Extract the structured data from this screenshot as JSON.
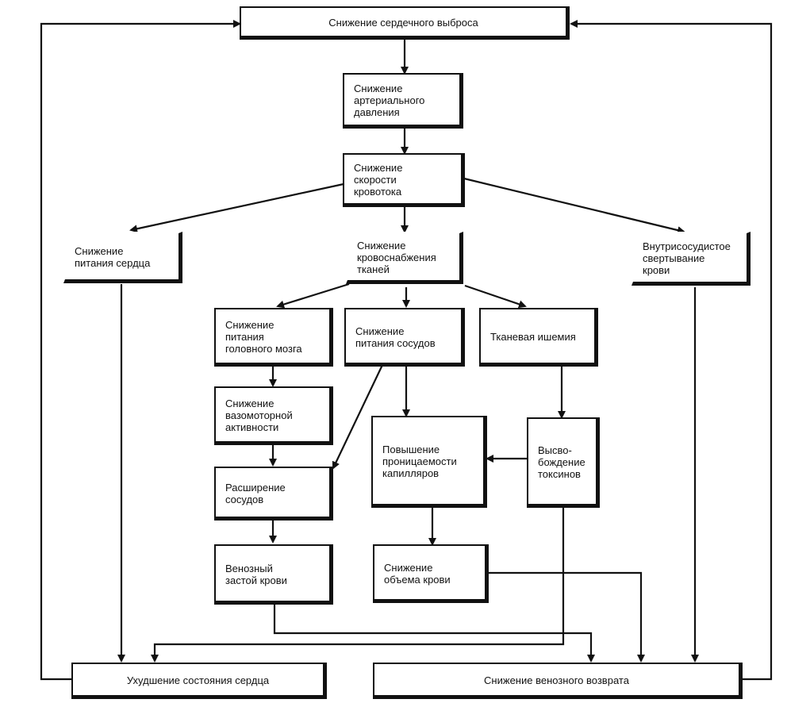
{
  "nodes": {
    "cardiac_output": "Снижение сердечного выброса",
    "arterial_pressure": "Снижение\nартериального\nдавления",
    "blood_flow_speed": "Снижение\nскорости\nкровотока",
    "heart_nutrition": "Снижение\nпитания сердца",
    "tissue_blood_supply": "Снижение\nкровоснабжения\nтканей",
    "intravascular_coagulation": "Внутрисосудистое\nсвертывание\nкрови",
    "brain_nutrition": "Снижение\nпитания\nголовного мозга",
    "vessel_nutrition": "Снижение\nпитания сосудов",
    "tissue_ischemia": "Тканевая ишемия",
    "vasomotor_activity": "Снижение\nвазомоторной\nактивности",
    "capillary_permeability": "Повышение\nпроницаемости\nкапилляров",
    "toxin_release": "Высво-\nбождение\nтоксинов",
    "vasodilation": "Расширение\nсосудов",
    "venous_congestion": "Венозный\nзастой крови",
    "blood_volume": "Снижение\nобъема крови",
    "heart_condition": "Ухудшение состояния сердца",
    "venous_return": "Снижение венозного возврата"
  }
}
